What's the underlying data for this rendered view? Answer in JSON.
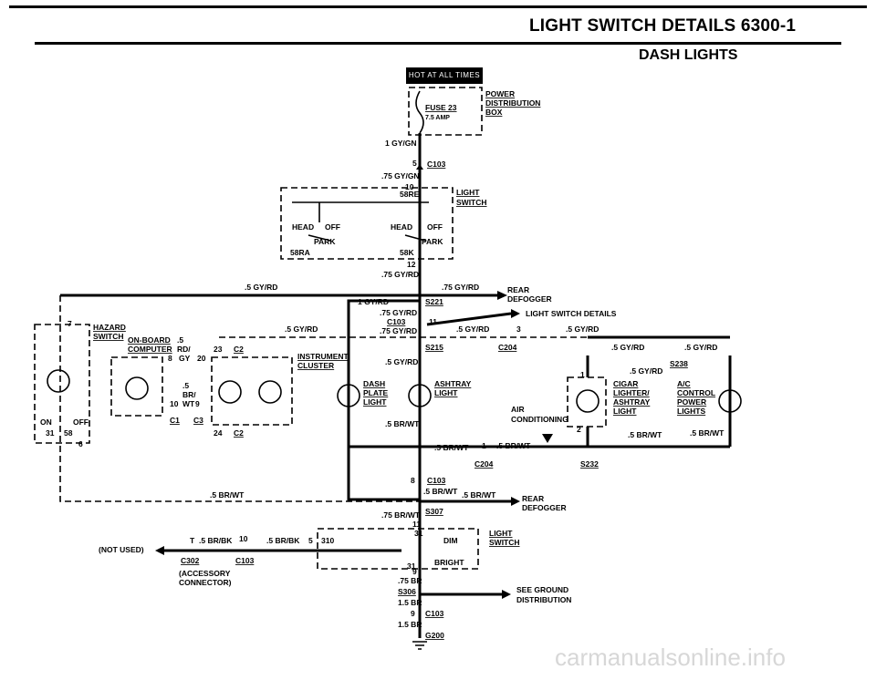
{
  "header": {
    "title": "LIGHT SWITCH DETAILS   6300-1",
    "subtitle": "DASH LIGHTS",
    "hot_tag": "HOT AT ALL TIMES"
  },
  "components": {
    "fuse": "FUSE 23",
    "fuse_amp": "7.5 AMP",
    "power_dist": [
      "POWER",
      "DISTRIBUTION",
      "BOX"
    ],
    "light_switch": [
      "LIGHT",
      "SWITCH"
    ],
    "switch_labels": {
      "head_l": "HEAD",
      "off_l": "OFF",
      "park_l": "PARK",
      "head_r": "HEAD",
      "off_r": "OFF",
      "park_r": "PARK",
      "t58re": "58RE",
      "t58ra": "58RA",
      "t58k": "58K"
    },
    "hazard": [
      "HAZARD",
      "SWITCH"
    ],
    "onboard": [
      "ON-BOARD",
      "COMPUTER"
    ],
    "instrument": [
      "INSTRUMENT",
      "CLUSTER"
    ],
    "dash_plate": [
      "DASH",
      "PLATE",
      "LIGHT"
    ],
    "ashtray": [
      "ASHTRAY",
      "LIGHT"
    ],
    "air_cond": [
      "AIR",
      "CONDITIONING"
    ],
    "cigar": [
      "CIGAR",
      "LIGHTER/",
      "ASHTRAY",
      "LIGHT"
    ],
    "ac_control": [
      "A/C",
      "CONTROL",
      "POWER",
      "LIGHTS"
    ],
    "rear_def_top": [
      "REAR",
      "DEFOGGER"
    ],
    "rear_def_bot": [
      "REAR",
      "DEFOGGER"
    ],
    "light_switch_details": "LIGHT SWITCH DETAILS",
    "dimmer": [
      "LIGHT",
      "SWITCH"
    ],
    "dim": "DIM",
    "bright": "BRIGHT",
    "not_used": "(NOT USED)",
    "accessory": [
      "(ACCESSORY",
      "CONNECTOR)"
    ],
    "see_ground": [
      "SEE GROUND",
      "DISTRIBUTION"
    ],
    "hazard_onoff": {
      "on": "ON",
      "off": "OFF",
      "t31": "31",
      "t58": "58"
    }
  },
  "wires": {
    "w1gygn": "1 GY/GN",
    "w75gygn": ".75 GY/GN",
    "w75gyrd": ".75 GY/RD",
    "w5gyrd": ".5 GY/RD",
    "w1gyrd": "1 GY/RD",
    "w75gyrd2": ".75 GY/RD",
    "w5brwt": ".5 BR/WT",
    "w75brwt": ".75 BR/WT",
    "w5brbk": ".5 BR/BK",
    "w75br": ".75 BR",
    "w15br": "1.5 BR",
    "w5rd": ".5",
    "wrd": "RD/",
    "wgy": "GY",
    "w5br": ".5",
    "wbr": "BR/",
    "wwt": "WT"
  },
  "connectors": {
    "c103": "C103",
    "s221": "S221",
    "s215": "S215",
    "c204": "C204",
    "s238": "S238",
    "s232": "S232",
    "c1": "C1",
    "c3": "C3",
    "c2": "C2",
    "s307": "S307",
    "c302": "C302",
    "s306": "S306",
    "g200": "G200",
    "c204b": "C204"
  },
  "pins": {
    "p5": "5",
    "p10": "10",
    "p12": "12",
    "p11": "11",
    "p3": "3",
    "p1": "1",
    "p2": "2",
    "p7": "7",
    "p8": "8",
    "p20": "20",
    "p23": "23",
    "p24": "24",
    "p9": "9",
    "p6": "6",
    "pT": "T",
    "p31": "31",
    "p31b": "31",
    "p310": "310",
    "p9b": "9"
  },
  "footer": {
    "watermark": "carmanualsonline.info"
  }
}
